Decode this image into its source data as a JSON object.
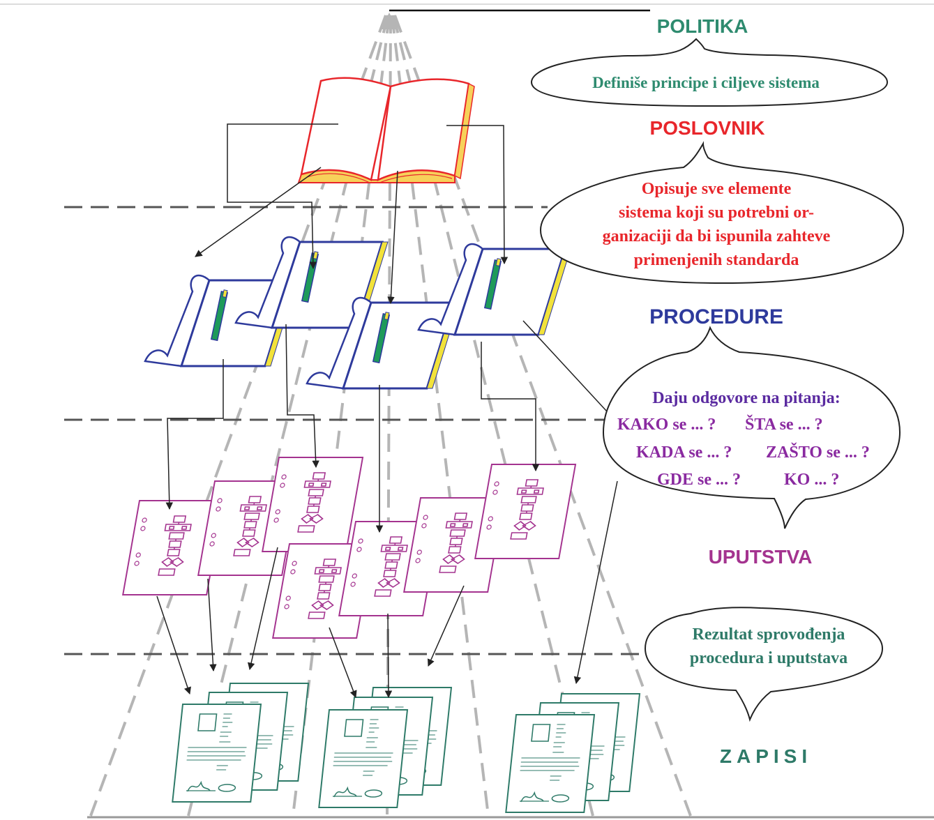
{
  "levels": {
    "politika": "POLITIKA",
    "poslovnik": "POSLOVNIK",
    "procedure": "PROCEDURE",
    "uputstva": "UPUTSTVA",
    "zapisi": "ZAPISI"
  },
  "bubbles": {
    "politika": [
      "Definiše principe i ciljeve sistema"
    ],
    "poslovnik": [
      "Opisuje sve elemente",
      "sistema koji su potrebni or-",
      "ganizaciji da bi ispunila zahteve",
      "primenjenih standarda"
    ],
    "procedure_title": "Daju odgovore na pitanja:",
    "procedure_q1": "KAKO se ... ?",
    "procedure_q2": "ŠTA se ... ?",
    "procedure_q3": "KADA se ... ?",
    "procedure_q4": "ZAŠTO se ... ?",
    "procedure_q5": "GDE se ... ?",
    "procedure_q6": "KO ... ?",
    "zapisi": [
      "Rezultat sprovođenja",
      "procedura i uputstava"
    ]
  },
  "colors": {
    "politika": "#2e8b6f",
    "poslovnik": "#e8262b",
    "procedure": "#2e3a9c",
    "uputstva": "#a4338f",
    "zapisi": "#2e7a68",
    "question": "#8a2aa0",
    "book_fill_light": "#f7d15a",
    "procedure_binder_green": "#1e9a5a",
    "procedure_yellow": "#f2e23a",
    "guide_gray": "#b5b5b5",
    "dash_dark": "#555555"
  }
}
